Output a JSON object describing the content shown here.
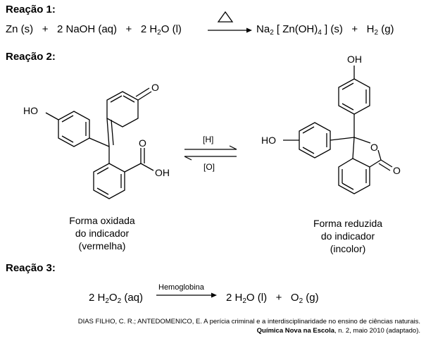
{
  "reaction1": {
    "title": "Reação 1:",
    "lhs": {
      "zn": "Zn (s)",
      "plus1": "+",
      "coef_naoh": "2",
      "naoh": "NaOH (aq)",
      "plus2": "+",
      "coef_h2o": "2",
      "h2o_h": "H",
      "h2o_sub": "2",
      "h2o_o": "O (l)"
    },
    "rhs": {
      "na": "Na",
      "na_sub": "2",
      "complex_open": "[ Zn(OH)",
      "complex_sub": "4",
      "complex_close": "] (s)",
      "plus": "+",
      "h": "H",
      "h_sub": "2",
      "h_state": "(g)"
    }
  },
  "reaction2": {
    "title": "Reação 2:",
    "left_caption": [
      "Forma oxidada",
      "do indicador",
      "(vermelha)"
    ],
    "right_caption": [
      "Forma reduzida",
      "do indicador",
      "(incolor)"
    ],
    "forward_label": "[H]",
    "reverse_label": "[O]",
    "oxidized_labels": {
      "ho": "HO",
      "o_ketone": "O",
      "o_acid": "O",
      "oh": "OH"
    },
    "reduced_labels": {
      "oh_top": "OH",
      "ho": "HO",
      "o_ring": "O",
      "o_carbonyl": "O"
    }
  },
  "reaction3": {
    "title": "Reação 3:",
    "coef1": "2",
    "h": "H",
    "sub1": "2",
    "o": "O",
    "sub2": "2",
    "state1": "(aq)",
    "catalyst": "Hemoglobina",
    "coef2": "2",
    "h2": "H",
    "sub3": "2",
    "o2": "O (l)",
    "plus": "+",
    "o3": "O",
    "sub4": "2",
    "state2": "(g)"
  },
  "reference": {
    "line1": "DIAS FILHO, C. R.; ANTEDOMENICO, E. A perícia criminal e a interdisciplinaridade no ensino de ciências naturais.",
    "journal": "Química Nova na Escola",
    "line2_rest": ", n. 2, maio 2010 (adaptado)."
  }
}
